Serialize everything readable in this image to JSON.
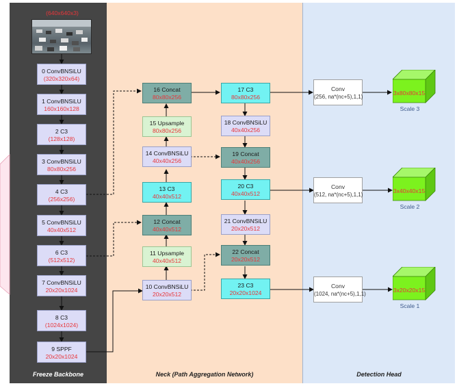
{
  "input": {
    "label": "(640x640x3)"
  },
  "panels": {
    "backbone": "Freeze Backbone",
    "neck": "Neck (Path Aggregation Network)",
    "head": "Detection Head"
  },
  "backbone": [
    {
      "label": "0 ConvBNSiLU",
      "dims": "(320x320x64)"
    },
    {
      "label": "1 ConvBNSiLU",
      "dims": "160x160x128"
    },
    {
      "label": "2 C3",
      "dims": "(128x128)"
    },
    {
      "label": "3 ConvBNSiLU",
      "dims": "80x80x256"
    },
    {
      "label": "4 C3",
      "dims": "(256x256)"
    },
    {
      "label": "5 ConvBNSiLU",
      "dims": "40x40x512"
    },
    {
      "label": "6 C3",
      "dims": "(512x512)"
    },
    {
      "label": "7 ConvBNSiLU",
      "dims": "20x20x1024"
    },
    {
      "label": "8 C3",
      "dims": "(1024x1024)"
    },
    {
      "label": "9 SPPF",
      "dims": "20x20x1024"
    }
  ],
  "neck": [
    {
      "label": "10 ConvBNSiLU",
      "dims": "20x20x512"
    },
    {
      "label": "11 Upsample",
      "dims": "40x40x512"
    },
    {
      "label": "12 Concat",
      "dims": "40x40x512"
    },
    {
      "label": "13 C3",
      "dims": "40x40x512"
    },
    {
      "label": "14 ConvBNSiLU",
      "dims": "40x40x256"
    },
    {
      "label": "15 Upsample",
      "dims": "80x80x256"
    },
    {
      "label": "16 Concat",
      "dims": "80x80x256"
    },
    {
      "label": "17 C3",
      "dims": "80x80x256"
    },
    {
      "label": "18 ConvBNSiLU",
      "dims": "40x40x256"
    },
    {
      "label": "19 Concat",
      "dims": "40x40x256"
    },
    {
      "label": "20 C3",
      "dims": "40x40x512"
    },
    {
      "label": "21 ConvBNSiLU",
      "dims": "20x20x512"
    },
    {
      "label": "22 Concat",
      "dims": "20x20x512"
    },
    {
      "label": "23 C3",
      "dims": "20x20x1024"
    }
  ],
  "head": [
    {
      "title": "Conv",
      "params": "(256, na*(nc+5),1,1)",
      "output": "3x80x80x15",
      "scale": "Scale 3"
    },
    {
      "title": "Conv",
      "params": "(512, na*(nc+5),1,1)",
      "output": "3x40x40x15",
      "scale": "Scale 2"
    },
    {
      "title": "Conv",
      "params": "(1024, na*(nc+5),1,1)",
      "output": "3x20x20x15",
      "scale": "Scale 1"
    }
  ],
  "colors": {
    "backbone_bg": "#454545",
    "neck_bg": "#fde0c8",
    "head_bg": "#dce8f8",
    "dims_text": "#e8363a",
    "cube": "#7cf21e"
  }
}
